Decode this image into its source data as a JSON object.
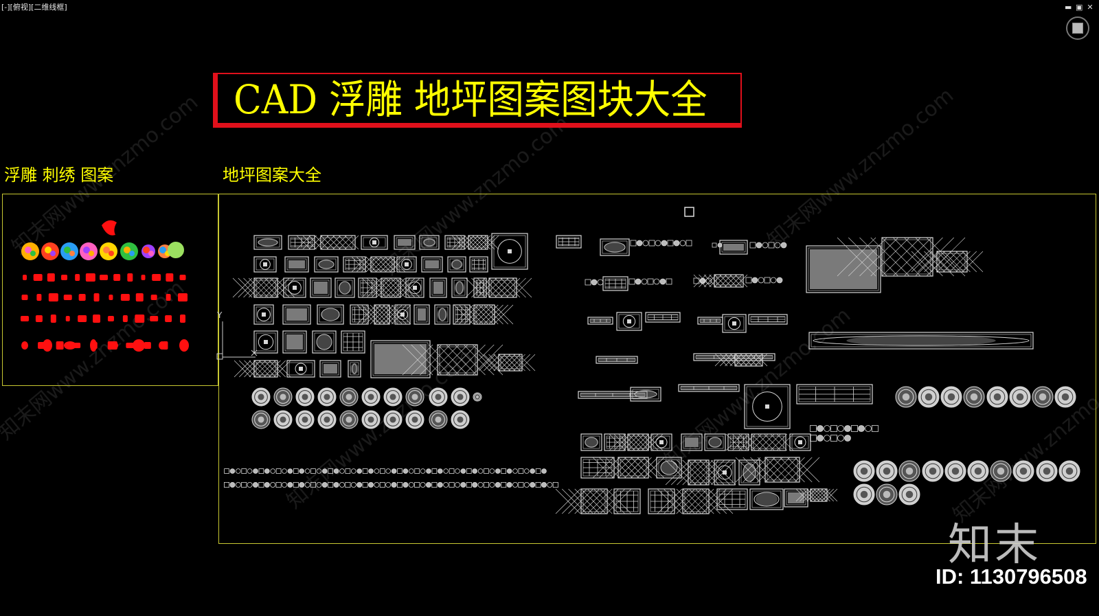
{
  "viewport": {
    "label": "[-][俯视][二维线框]",
    "controls": {
      "minimize": "▬",
      "restore": "▣",
      "close": "✕"
    }
  },
  "title": "CAD 浮雕 地坪图案图块大全",
  "sections": {
    "relief": "浮雕 刺绣 图案",
    "floor": "地坪图案大全"
  },
  "ucs": {
    "y_label": "Y"
  },
  "watermark": {
    "logo": "知末",
    "id": "ID: 1130796508",
    "diagonal_text": "知末网www.znzmo.com"
  },
  "colors": {
    "background": "#000000",
    "title_text": "#ffff00",
    "title_border": "#e0101b",
    "frame": "#c8c832",
    "blocks": "#d8d8d8",
    "relief_red": "#ff1010"
  },
  "icons": {
    "viewcube": "viewcube-icon"
  }
}
